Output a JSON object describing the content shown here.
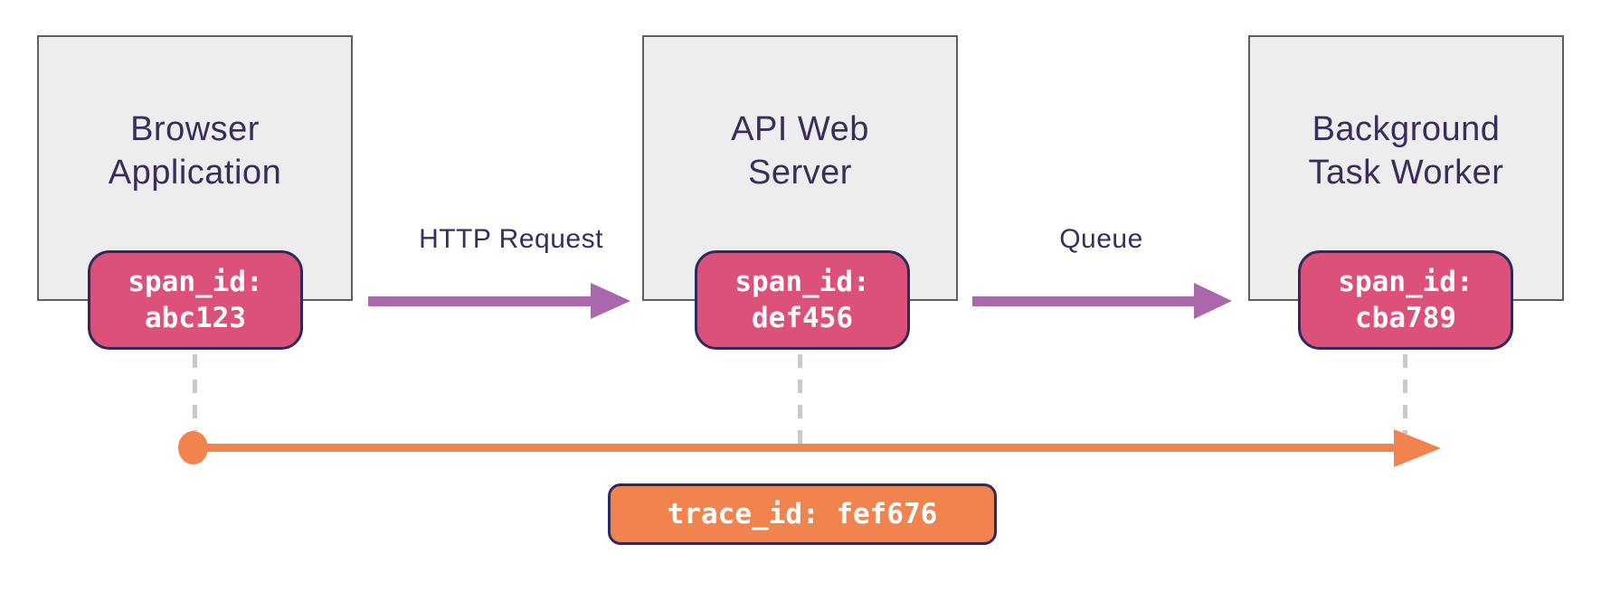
{
  "nodes": [
    {
      "label": "Browser Application",
      "label_lines": [
        "Browser",
        "Application"
      ],
      "span": {
        "key": "span_id:",
        "value": "abc123"
      }
    },
    {
      "label": "API Web Server",
      "label_lines": [
        "API Web",
        "Server"
      ],
      "span": {
        "key": "span_id:",
        "value": "def456"
      }
    },
    {
      "label": "Background Task Worker",
      "label_lines": [
        "Background",
        "Task Worker"
      ],
      "span": {
        "key": "span_id:",
        "value": "cba789"
      }
    }
  ],
  "edges": [
    {
      "label": "HTTP Request"
    },
    {
      "label": "Queue"
    }
  ],
  "timeline": {
    "trace_label": "trace_id: fef676"
  },
  "colors": {
    "node_fill": "#EDEDED",
    "node_border": "#5F5F5F",
    "node_text": "#3A2D5C",
    "span_badge_fill": "#DC517A",
    "badge_border": "#2E2A5E",
    "flow_arrow": "#AA67AC",
    "timeline_orange": "#F1834F",
    "connector_gray": "#CACACA",
    "badge_text": "#FFFFFF"
  }
}
